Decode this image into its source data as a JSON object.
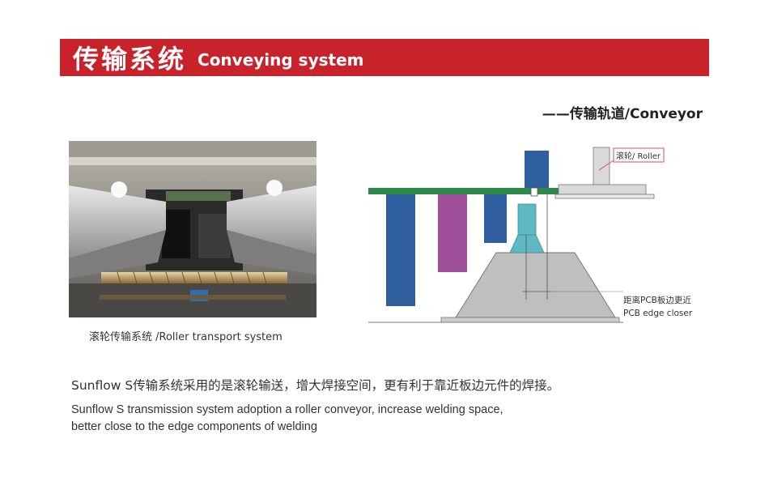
{
  "header": {
    "title_cn": "传输系统",
    "title_en": "Conveying system",
    "accent_color": "#c8222a"
  },
  "section": {
    "subtitle": "——传输轨道/Conveyor"
  },
  "photo": {
    "caption": "滚轮传输系统 /Roller transport system"
  },
  "diagram": {
    "roller_label": "滚轮/ Roller",
    "edge_label_cn": "距离PCB板边更近",
    "edge_label_en": "PCB edge closer",
    "colors": {
      "board": "#2e8a4a",
      "blue": "#2f5f9e",
      "purple": "#a0509a",
      "cyan": "#5fb9c2",
      "base": "#bfbfbf",
      "callout": "#d9534f"
    }
  },
  "description": {
    "cn": "Sunflow S传输系统采用的是滚轮输送，增大焊接空间，更有利于靠近板边元件的焊接。",
    "en_line1": "Sunflow S transmission system adoption a roller conveyor, increase welding space,",
    "en_line2": "better close to the edge components of welding"
  }
}
